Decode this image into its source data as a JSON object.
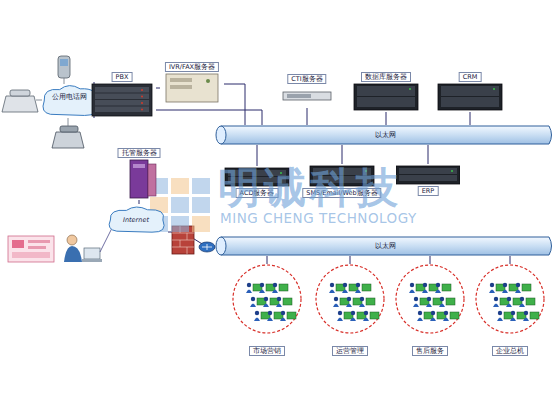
{
  "diagram": {
    "nodes": [
      {
        "text": [
          "公用电话网"
        ]
      },
      {
        "text": [
          "PBX"
        ]
      },
      {
        "text": [
          "IVR/FAX服务器"
        ]
      },
      {
        "text": [
          "CTI服务器"
        ]
      },
      {
        "text": [
          "数据库服务器"
        ]
      },
      {
        "text": [
          "CRM"
        ]
      },
      {
        "text": [
          "以太网"
        ]
      },
      {
        "text": [
          "ACD服务器"
        ]
      },
      {
        "text": [
          "SMS/Email/Web服务器"
        ]
      },
      {
        "text": [
          "ERP"
        ]
      },
      {
        "text": [
          "托管服务器"
        ]
      },
      {
        "text": [
          "Internet"
        ]
      },
      {
        "text": [
          "以太网"
        ]
      },
      {
        "text": [
          "市场营销"
        ]
      },
      {
        "text": [
          "运营管理"
        ]
      },
      {
        "text": [
          "售后服务"
        ]
      },
      {
        "text": [
          "企业总机"
        ]
      }
    ],
    "edges": [
      {
        "from": 0,
        "to": 1,
        "arrow": "none"
      },
      {
        "from": 1,
        "to": 2,
        "arrow": "none"
      },
      {
        "from": 1,
        "to": 6,
        "arrow": "none"
      },
      {
        "from": 2,
        "to": 6,
        "arrow": "none"
      },
      {
        "from": 3,
        "to": 6,
        "arrow": "none"
      },
      {
        "from": 4,
        "to": 6,
        "arrow": "none"
      },
      {
        "from": 5,
        "to": 6,
        "arrow": "none"
      },
      {
        "from": 7,
        "to": 6,
        "arrow": "none"
      },
      {
        "from": 8,
        "to": 6,
        "arrow": "none"
      },
      {
        "from": 9,
        "to": 6,
        "arrow": "none"
      },
      {
        "from": 10,
        "to": 11,
        "arrow": "none"
      },
      {
        "from": 11,
        "to": 12,
        "arrow": "none"
      },
      {
        "from": 13,
        "to": 12,
        "arrow": "none"
      },
      {
        "from": 14,
        "to": 12,
        "arrow": "none"
      },
      {
        "from": 15,
        "to": 12,
        "arrow": "none"
      },
      {
        "from": 16,
        "to": 12,
        "arrow": "none"
      }
    ],
    "labels": [
      "明诚科技",
      "MING CHENG TECHNOLOGY"
    ]
  }
}
